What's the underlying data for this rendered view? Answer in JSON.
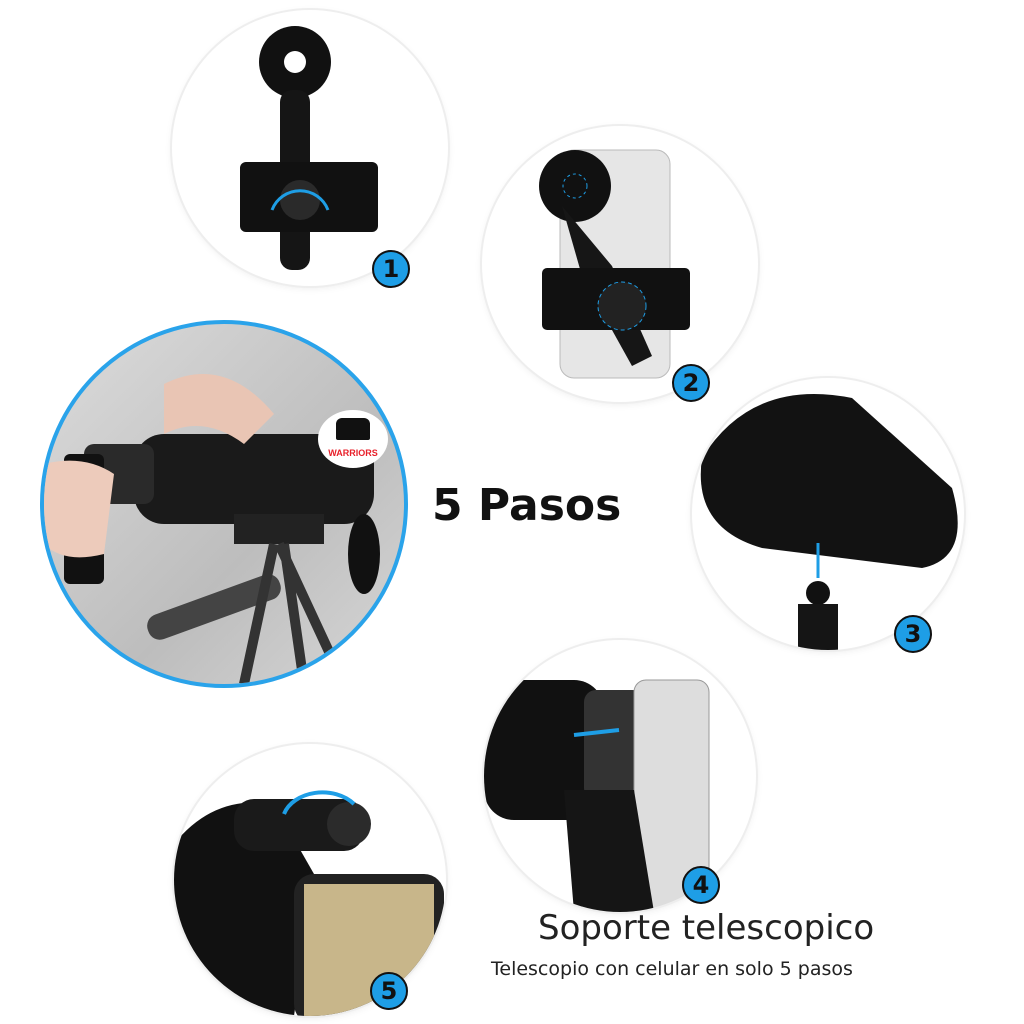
{
  "header": {
    "title": "5 Pasos"
  },
  "footer": {
    "subtitle": "Soporte telescopico",
    "tagline": "Telescopio con celular en solo 5 pasos"
  },
  "logo": {
    "text": "WARRIORS"
  },
  "steps": [
    {
      "number": "1",
      "icon": "phone-adapter-mount"
    },
    {
      "number": "2",
      "icon": "phone-in-adapter"
    },
    {
      "number": "3",
      "icon": "monocular-tripod-mount"
    },
    {
      "number": "4",
      "icon": "align-phone-camera"
    },
    {
      "number": "5",
      "icon": "focus-knob"
    }
  ],
  "colors": {
    "accent": "#1e9ee6",
    "text": "#111111",
    "logo_red": "#e8202a"
  }
}
